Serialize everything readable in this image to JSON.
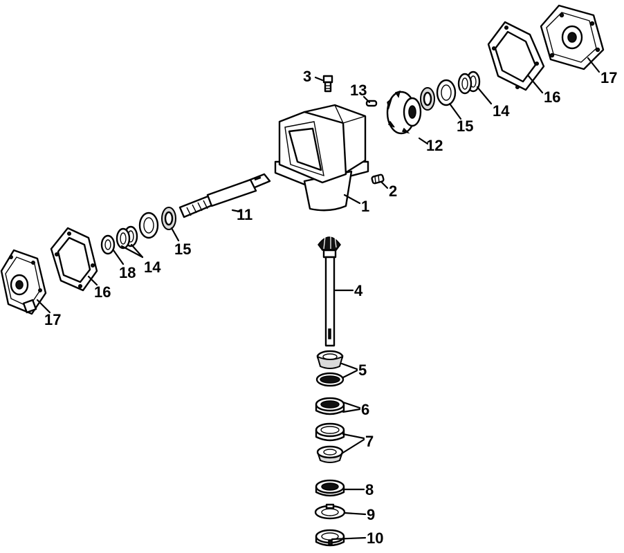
{
  "labels": {
    "p1": "1",
    "p2": "2",
    "p3": "3",
    "p4": "4",
    "p5": "5",
    "p6": "6",
    "p7": "7",
    "p8": "8",
    "p9": "9",
    "p10": "10",
    "p11": "11",
    "p12": "12",
    "p13": "13",
    "p14_left": "14",
    "p14_right": "14",
    "p15_left": "15",
    "p15_right": "15",
    "p16_left": "16",
    "p16_right": "16",
    "p17_left": "17",
    "p17_right": "17",
    "p18": "18"
  }
}
